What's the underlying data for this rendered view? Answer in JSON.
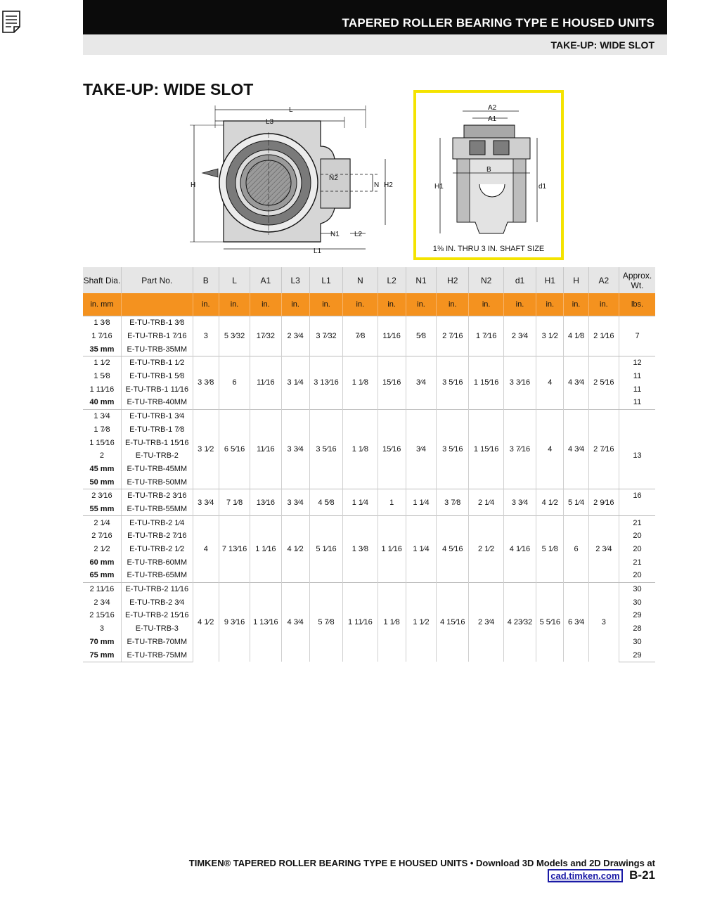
{
  "header": {
    "title": "TAPERED ROLLER BEARING TYPE E HOUSED UNITS",
    "subtitle": "TAKE-UP: WIDE SLOT"
  },
  "page_title": "TAKE-UP: WIDE SLOT",
  "icons": {
    "doc": "document-icon"
  },
  "drawing_labels": {
    "L": "L",
    "L3": "L3",
    "L1": "L1",
    "H": "H",
    "N": "N",
    "N2": "N2",
    "H2": "H2",
    "N1": "N1",
    "L2": "L2",
    "A2": "A2",
    "A1": "A1",
    "B": "B",
    "H1": "H1",
    "d1": "d1"
  },
  "side_caption": "1⅜ IN. THRU 3 IN. SHAFT SIZE",
  "table": {
    "headers": [
      "Shaft Dia.",
      "Part No.",
      "B",
      "L",
      "A1",
      "L3",
      "L1",
      "N",
      "L2",
      "N1",
      "H2",
      "N2",
      "d1",
      "H1",
      "H",
      "A2",
      "Approx. Wt."
    ],
    "units": [
      "in. mm",
      "",
      "in.",
      "in.",
      "in.",
      "in.",
      "in.",
      "in.",
      "in.",
      "in.",
      "in.",
      "in.",
      "in.",
      "in.",
      "in.",
      "in.",
      "lbs."
    ],
    "groups": [
      {
        "rows": [
          {
            "shaft": "1 3⁄8",
            "part": "E-TU-TRB-1 3⁄8",
            "wt": ""
          },
          {
            "shaft": "1 7⁄16",
            "part": "E-TU-TRB-1 7⁄16",
            "wt": "7"
          },
          {
            "shaft": "35 mm",
            "part": "E-TU-TRB-35MM",
            "wt": ""
          }
        ],
        "dims": [
          "3",
          "5 3⁄32",
          "17⁄32",
          "2 3⁄4",
          "3 7⁄32",
          "7⁄8",
          "11⁄16",
          "5⁄8",
          "2 7⁄16",
          "1 7⁄16",
          "2 3⁄4",
          "3 1⁄2",
          "4 1⁄8",
          "2 1⁄16"
        ]
      },
      {
        "rows": [
          {
            "shaft": "1 1⁄2",
            "part": "E-TU-TRB-1 1⁄2",
            "wt": "12"
          },
          {
            "shaft": "1 5⁄8",
            "part": "E-TU-TRB-1 5⁄8",
            "wt": "11"
          },
          {
            "shaft": "1 11⁄16",
            "part": "E-TU-TRB-1 11⁄16",
            "wt": "11"
          },
          {
            "shaft": "40 mm",
            "part": "E-TU-TRB-40MM",
            "wt": "11"
          }
        ],
        "dims": [
          "3 3⁄8",
          "6",
          "11⁄16",
          "3 1⁄4",
          "3 13⁄16",
          "1 1⁄8",
          "15⁄16",
          "3⁄4",
          "3 5⁄16",
          "1 15⁄16",
          "3 3⁄16",
          "4",
          "4 3⁄4",
          "2 5⁄16"
        ]
      },
      {
        "rows": [
          {
            "shaft": "1 3⁄4",
            "part": "E-TU-TRB-1 3⁄4",
            "wt": ""
          },
          {
            "shaft": "1 7⁄8",
            "part": "E-TU-TRB-1 7⁄8",
            "wt": ""
          },
          {
            "shaft": "1 15⁄16",
            "part": "E-TU-TRB-1 15⁄16",
            "wt": ""
          },
          {
            "shaft": "2",
            "part": "E-TU-TRB-2",
            "wt": "13"
          },
          {
            "shaft": "45 mm",
            "part": "E-TU-TRB-45MM",
            "wt": ""
          },
          {
            "shaft": "50 mm",
            "part": "E-TU-TRB-50MM",
            "wt": ""
          }
        ],
        "dims": [
          "3 1⁄2",
          "6 5⁄16",
          "11⁄16",
          "3 3⁄4",
          "3 5⁄16",
          "1 1⁄8",
          "15⁄16",
          "3⁄4",
          "3 5⁄16",
          "1 15⁄16",
          "3 7⁄16",
          "4",
          "4 3⁄4",
          "2 7⁄16"
        ]
      },
      {
        "rows": [
          {
            "shaft": "2 3⁄16",
            "part": "E-TU-TRB-2 3⁄16",
            "wt": "16"
          },
          {
            "shaft": "55 mm",
            "part": "E-TU-TRB-55MM",
            "wt": ""
          }
        ],
        "dims": [
          "3 3⁄4",
          "7 1⁄8",
          "13⁄16",
          "3 3⁄4",
          "4 5⁄8",
          "1 1⁄4",
          "1",
          "1 1⁄4",
          "3 7⁄8",
          "2 1⁄4",
          "3 3⁄4",
          "4 1⁄2",
          "5 1⁄4",
          "2 9⁄16"
        ]
      },
      {
        "rows": [
          {
            "shaft": "2 1⁄4",
            "part": "E-TU-TRB-2 1⁄4",
            "wt": "21"
          },
          {
            "shaft": "2 7⁄16",
            "part": "E-TU-TRB-2 7⁄16",
            "wt": "20"
          },
          {
            "shaft": "2 1⁄2",
            "part": "E-TU-TRB-2 1⁄2",
            "wt": "20"
          },
          {
            "shaft": "60 mm",
            "part": "E-TU-TRB-60MM",
            "wt": "21"
          },
          {
            "shaft": "65 mm",
            "part": "E-TU-TRB-65MM",
            "wt": "20"
          }
        ],
        "dims": [
          "4",
          "7 13⁄16",
          "1 1⁄16",
          "4 1⁄2",
          "5 1⁄16",
          "1 3⁄8",
          "1 1⁄16",
          "1 1⁄4",
          "4 5⁄16",
          "2 1⁄2",
          "4 1⁄16",
          "5 1⁄8",
          "6",
          "2 3⁄4"
        ]
      },
      {
        "rows": [
          {
            "shaft": "2 11⁄16",
            "part": "E-TU-TRB-2 11⁄16",
            "wt": "30"
          },
          {
            "shaft": "2 3⁄4",
            "part": "E-TU-TRB-2 3⁄4",
            "wt": "30"
          },
          {
            "shaft": "2 15⁄16",
            "part": "E-TU-TRB-2 15⁄16",
            "wt": "29"
          },
          {
            "shaft": "3",
            "part": "E-TU-TRB-3",
            "wt": "28"
          },
          {
            "shaft": "70 mm",
            "part": "E-TU-TRB-70MM",
            "wt": "30"
          },
          {
            "shaft": "75 mm",
            "part": "E-TU-TRB-75MM",
            "wt": "29"
          }
        ],
        "dims": [
          "4 1⁄2",
          "9 3⁄16",
          "1 13⁄16",
          "4 3⁄4",
          "5 7⁄8",
          "1 11⁄16",
          "1 1⁄8",
          "1 1⁄2",
          "4 15⁄16",
          "2 3⁄4",
          "4 23⁄32",
          "5 5⁄16",
          "6 3⁄4",
          "3"
        ]
      }
    ]
  },
  "footer": {
    "text": "TIMKEN® TAPERED ROLLER BEARING TYPE E HOUSED UNITS • Download 3D Models and 2D Drawings at",
    "link": "cad.timken.com",
    "page": "B-21"
  },
  "colors": {
    "header_bg": "#0b0b0b",
    "units_row": "#f4921f",
    "highlight_box": "#f4e300"
  }
}
